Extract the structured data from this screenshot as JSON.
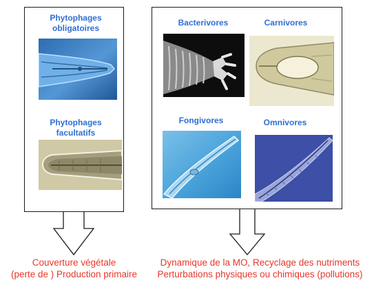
{
  "left_group": {
    "items": [
      {
        "label": "Phytophages obligatoires"
      },
      {
        "label": "Phytophages facultatifs"
      }
    ],
    "caption_lines": [
      "Couverture végétale",
      "(perte de ) Production primaire"
    ]
  },
  "right_group": {
    "items": [
      {
        "label": "Bacterivores"
      },
      {
        "label": "Carnivores"
      },
      {
        "label": "Fongivores"
      },
      {
        "label": "Omnivores"
      }
    ],
    "caption_lines": [
      "Dynamique de la MO, Recyclage des nutriments",
      "Perturbations physiques ou chimiques (pollutions)"
    ]
  },
  "colors": {
    "label_blue": "#2f6fd0",
    "caption_red": "#e8362a",
    "frame": "#1a1a1a"
  }
}
